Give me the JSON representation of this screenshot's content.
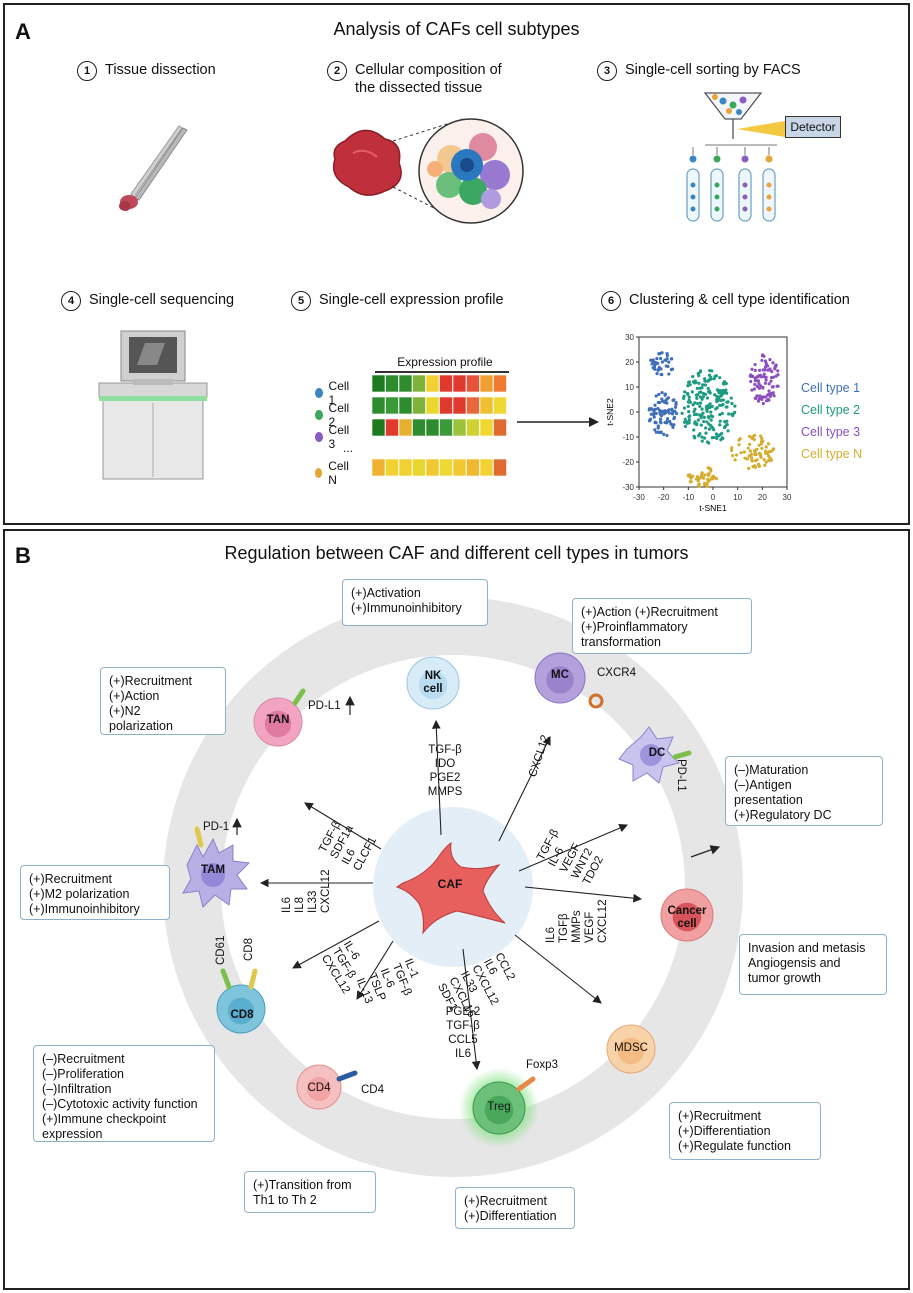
{
  "panelA": {
    "letter": "A",
    "title": "Analysis of CAFs cell subtypes",
    "steps": [
      {
        "num": "1",
        "label": "Tissue dissection"
      },
      {
        "num": "2",
        "label": "Cellular composition of the dissected tissue"
      },
      {
        "num": "3",
        "label": "Single-cell sorting by FACS"
      },
      {
        "num": "4",
        "label": "Single-cell sequencing"
      },
      {
        "num": "5",
        "label": "Single-cell expression profile"
      },
      {
        "num": "6",
        "label": "Clustering & cell type identification"
      }
    ],
    "detector_label": "Detector",
    "expression_title": "Expression profile",
    "cell_rows": [
      "Cell 1",
      "Cell 2",
      "Cell 3",
      "...",
      "Cell N"
    ],
    "cell_colors": [
      "#3a87c4",
      "#3aa85a",
      "#8a5bc4",
      "",
      "#e8a43a"
    ],
    "heatmap": [
      [
        "#1f7a1f",
        "#2e8b2e",
        "#2e8b2e",
        "#7fb23a",
        "#f2d232",
        "#e03a2e",
        "#e03a2e",
        "#e5533a",
        "#f0a030",
        "#f07a30"
      ],
      [
        "#2e8b2e",
        "#3a9a3a",
        "#2e8b2e",
        "#7fb23a",
        "#e8d82e",
        "#e03a2e",
        "#e03a2e",
        "#e8683a",
        "#f0c030",
        "#f0d832"
      ],
      [
        "#1f7a1f",
        "#e03a2e",
        "#e8b030",
        "#2e8b2e",
        "#2e8b2e",
        "#3a9a3a",
        "#9ac23a",
        "#cfd232",
        "#f0d832",
        "#e06a30"
      ],
      [
        "#f0b030",
        "#f2d232",
        "#f2d232",
        "#e8d82e",
        "#f2c832",
        "#f0d832",
        "#f2c832",
        "#f0b830",
        "#f2d232",
        "#e06a30"
      ]
    ],
    "tsne": {
      "xlabel": "t-SNE1",
      "ylabel": "t-SNE2",
      "xticks": [
        "-30",
        "-20",
        "-10",
        "0",
        "10",
        "20",
        "30"
      ],
      "yticks": [
        "30",
        "20",
        "10",
        "0",
        "-10",
        "-20",
        "-30"
      ],
      "types": [
        {
          "name": "Cell type 1",
          "color": "#3f6fb8"
        },
        {
          "name": "Cell type 2",
          "color": "#1c9a82"
        },
        {
          "name": "Cell type 3",
          "color": "#8b4fc0"
        },
        {
          "name": "Cell type N",
          "color": "#d6ac2c"
        }
      ]
    }
  },
  "panelB": {
    "letter": "B",
    "title": "Regulation between CAF and different cell types in tumors",
    "center": "CAF",
    "cells": {
      "nk": "NK cell",
      "mc": "MC",
      "dc": "DC",
      "cancer": "Cancer cell",
      "mdsc": "MDSC",
      "treg": "Treg",
      "cd4": "CD4",
      "cd8": "CD8",
      "tam": "TAM",
      "tan": "TAN"
    },
    "markers": {
      "tan_pdl1": "PD-L1",
      "tam_pd1": "PD-1",
      "mc_cxcr4": "CXCR4",
      "dc_pdl1": "PD-L1",
      "cd61": "CD61",
      "cd8": "CD8",
      "cd4": "CD4",
      "foxp3": "Foxp3"
    },
    "factors": {
      "nk": [
        "TGF-β",
        "IDO",
        "PGE2",
        "MMPS"
      ],
      "mc": [
        "CXCL12"
      ],
      "dc": [
        "TGF-β",
        "IL-6",
        "VEGF",
        "WNT2",
        "TDO2"
      ],
      "cancer": [
        "IL6",
        "TGFβ",
        "MMPs",
        "VEGF",
        "CXCL12"
      ],
      "mdsc": [
        "CCL2",
        "IL6",
        "CXCL12",
        "IL33",
        "CXCL16",
        "SDF1"
      ],
      "treg": [
        "PGE-2",
        "TGF-β",
        "CCL5",
        "IL6"
      ],
      "cd4": [
        "IL-1",
        "TGF-β",
        "IL-6",
        "TSLP",
        "IL-13"
      ],
      "cd8": [
        "IL-6",
        "TGF-β",
        "CXCL12"
      ],
      "tam": [
        "IL6",
        "IL8",
        "IL33",
        "CXCL12"
      ],
      "tan": [
        "TGF-β",
        "SDF1a",
        "IL6",
        "CLCF1"
      ]
    },
    "effects": {
      "nk": [
        "(+)Activation",
        "(+)Immunoinhibitory"
      ],
      "mc": [
        "(+)Action (+)Recruitment",
        "(+)Proinflammatory",
        "transformation"
      ],
      "tan": [
        "(+)Recruitment",
        "(+)Action",
        "(+)N2",
        "polarization"
      ],
      "dc": [
        "(–)Maturation",
        "(–)Antigen",
        "presentation",
        "(+)Regulatory DC"
      ],
      "tam": [
        "(+)Recruitment",
        "(+)M2 polarization",
        "(+)Immunoinhibitory"
      ],
      "cancer": [
        "Invasion and metasis",
        "Angiogensis and",
        "tumor growth"
      ],
      "cd8": [
        "(–)Recruitment",
        "(–)Proliferation",
        "(–)Infiltration",
        "(–)Cytotoxic activity function",
        "(+)Immune checkpoint",
        "expression"
      ],
      "mdsc": [
        "(+)Recruitment",
        "(+)Differentiation",
        "(+)Regulate function"
      ],
      "cd4": [
        "(+)Transition from",
        "Th1 to Th 2"
      ],
      "treg": [
        "(+)Recruitment",
        "(+)Differentiation"
      ]
    },
    "colors": {
      "ring": "#e6e6e6",
      "inner": "#ffffff",
      "center_disc": "#e4eef7",
      "caf": "#e8605e",
      "box_border": "#8fb1c4"
    }
  }
}
